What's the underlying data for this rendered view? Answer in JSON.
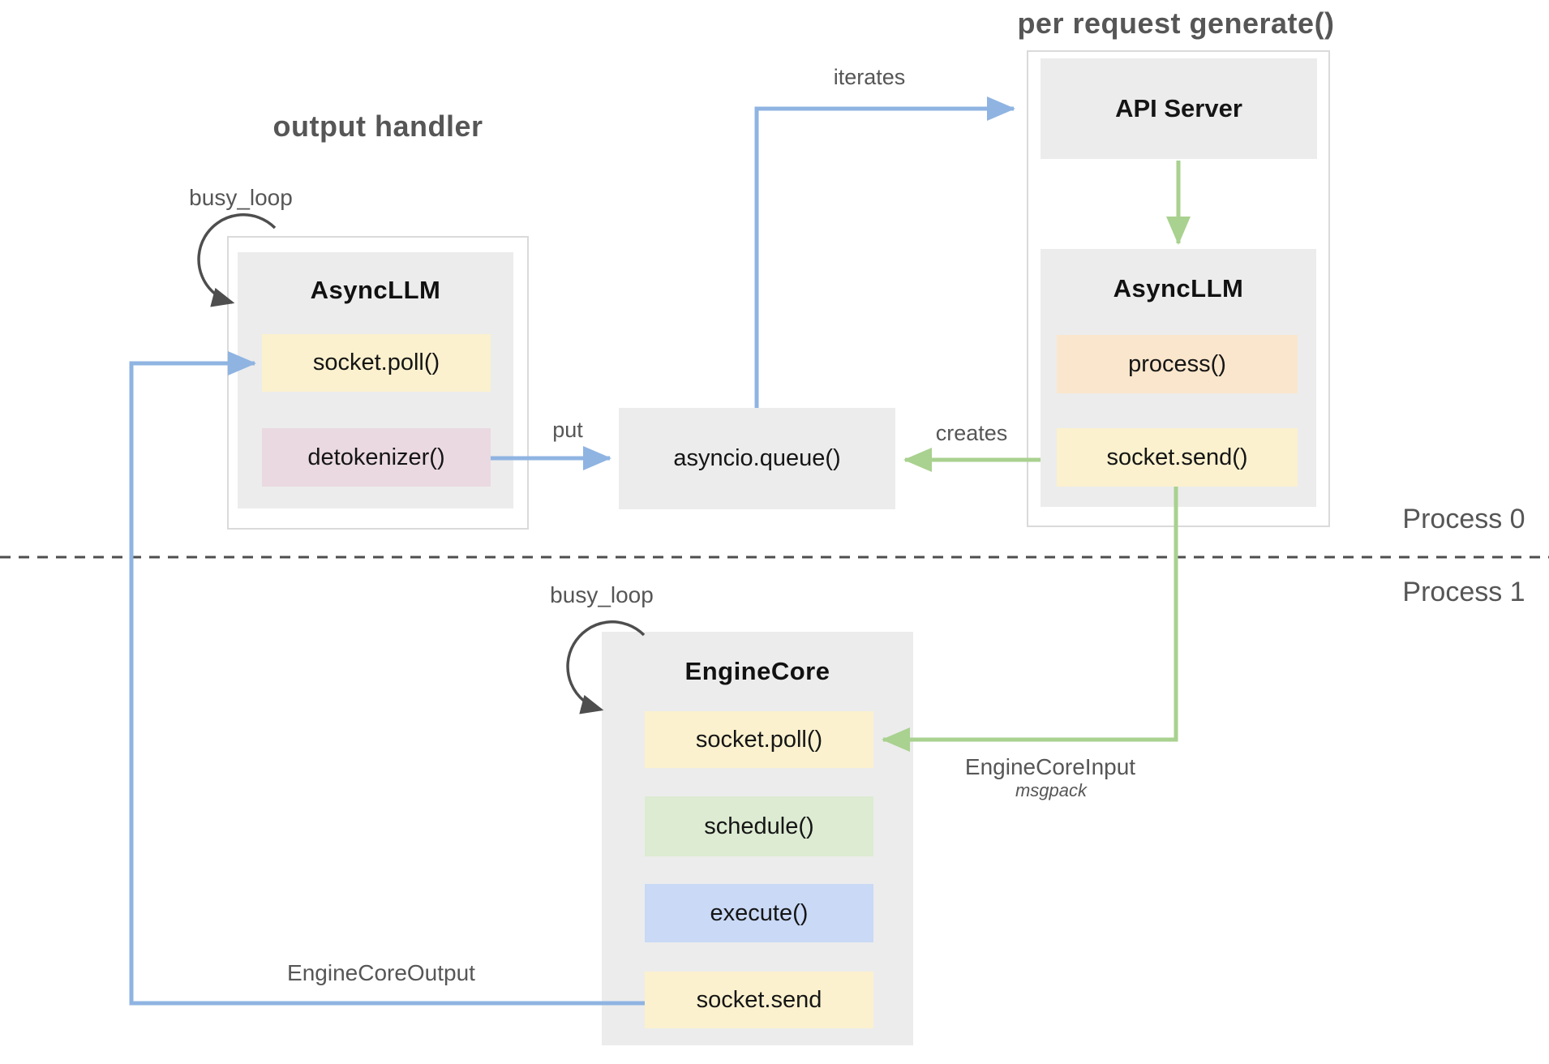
{
  "colors": {
    "box_gray": "#ECECEC",
    "yellow": "#FBF1CE",
    "pink": "#EAD9E1",
    "peach": "#FAE6CC",
    "green": "#DCEBD2",
    "blue": "#C9D9F6",
    "blue_arrow": "#8FB4E2",
    "green_arrow": "#A9D18F",
    "label_gray": "#565656",
    "dark": "#4E4E4E"
  },
  "labels": {
    "output_handler": "output handler",
    "per_request_generate": "per request generate()",
    "busy_loop_left": "busy_loop",
    "busy_loop_engine": "busy_loop",
    "iterates": "iterates",
    "put": "put",
    "creates": "creates",
    "engine_core_input": "EngineCoreInput",
    "msgpack": "msgpack",
    "engine_core_output": "EngineCoreOutput",
    "process0": "Process 0",
    "process1": "Process 1"
  },
  "left_async": {
    "title": "AsyncLLM",
    "socket_poll": "socket.poll()",
    "detokenizer": "detokenizer()"
  },
  "queue": {
    "label": "asyncio.queue()"
  },
  "right": {
    "api_server": "API Server",
    "async_title": "AsyncLLM",
    "process": "process()",
    "socket_send": "socket.send()"
  },
  "engine_core": {
    "title": "EngineCore",
    "socket_poll": "socket.poll()",
    "schedule": "schedule()",
    "execute": "execute()",
    "socket_send": "socket.send"
  }
}
